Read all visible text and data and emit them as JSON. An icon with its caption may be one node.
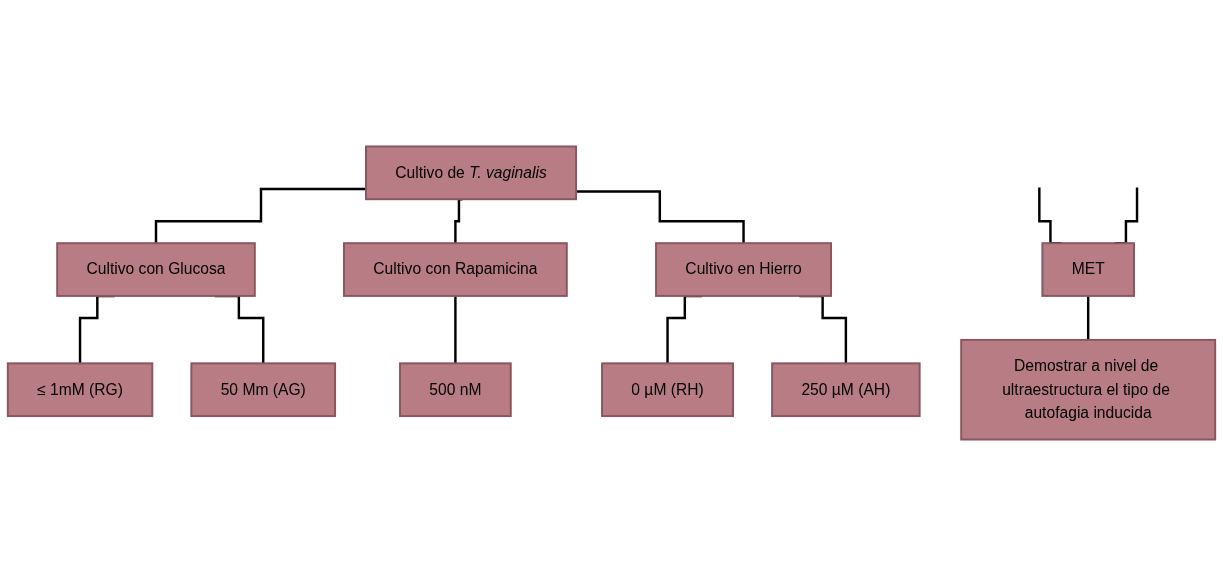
{
  "diagram": {
    "nodes": [
      {
        "text": [
          "Cultivo de *T. vaginalis*"
        ]
      },
      {
        "text": [
          "Cultivo con Glucosa"
        ]
      },
      {
        "text": [
          "Cultivo con Rapamicina"
        ]
      },
      {
        "text": [
          "Cultivo en Hierro"
        ]
      },
      {
        "text": [
          "≤ 1mM (RG)"
        ]
      },
      {
        "text": [
          "50 Mm (AG)"
        ]
      },
      {
        "text": [
          "500 nM"
        ]
      },
      {
        "text": [
          "0 µM (RH)"
        ]
      },
      {
        "text": [
          "250 µM (AH)"
        ]
      },
      {
        "text": [
          "MET"
        ]
      },
      {
        "text": [
          "Demostrar a nivel de ultraestructura el tipo de autofagia inducida"
        ]
      }
    ],
    "edges": [
      {
        "from": 0,
        "to": 1,
        "arrow": "none"
      },
      {
        "from": 0,
        "to": 2,
        "arrow": "none"
      },
      {
        "from": 0,
        "to": 3,
        "arrow": "none"
      },
      {
        "from": 1,
        "to": 4,
        "arrow": "none"
      },
      {
        "from": 1,
        "to": 5,
        "arrow": "none"
      },
      {
        "from": 2,
        "to": 6,
        "arrow": "none"
      },
      {
        "from": 3,
        "to": 7,
        "arrow": "none"
      },
      {
        "from": 3,
        "to": 8,
        "arrow": "none"
      },
      {
        "from": null,
        "to": 9,
        "arrow": "none"
      },
      {
        "from": null,
        "to": 9,
        "arrow": "none"
      },
      {
        "from": 9,
        "to": 10,
        "arrow": "none"
      }
    ]
  }
}
